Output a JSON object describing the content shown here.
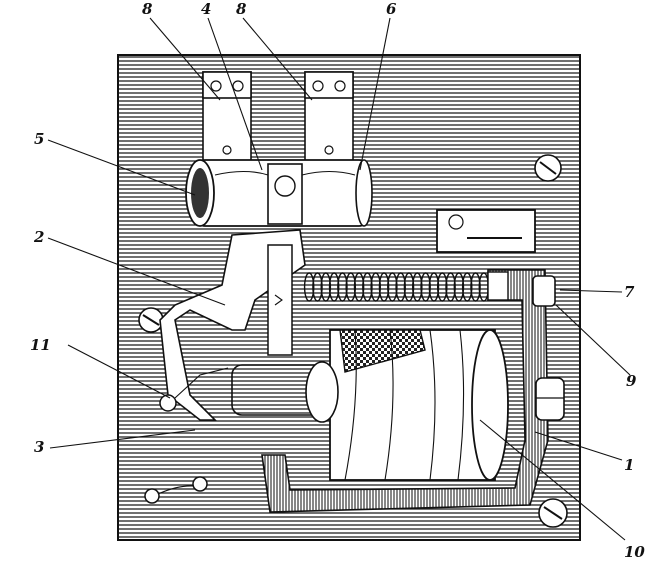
{
  "labels": {
    "l1": "1",
    "l2": "2",
    "l3": "3",
    "l4": "4",
    "l5": "5",
    "l6": "6",
    "l7": "7",
    "l8a": "8",
    "l8b": "8",
    "l9": "9",
    "l10": "10",
    "l11": "11"
  },
  "colors": {
    "ink": "#111111",
    "board": "#ffffff"
  }
}
